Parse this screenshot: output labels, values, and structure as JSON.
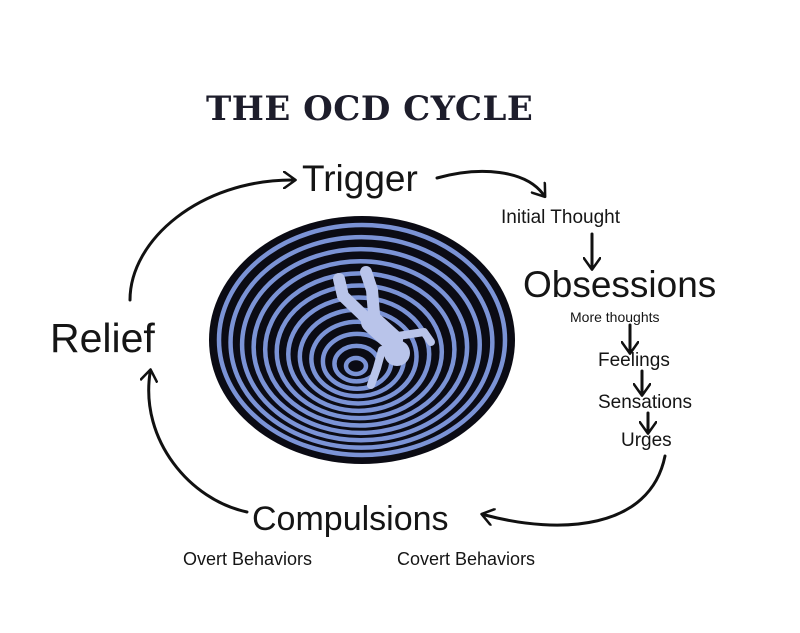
{
  "title": "THE OCD CYCLE",
  "nodes": {
    "trigger": "Trigger",
    "initial_thought": "Initial Thought",
    "obsessions": "Obsessions",
    "more_thoughts": "More thoughts",
    "feelings": "Feelings",
    "sensations": "Sensations",
    "urges": "Urges",
    "compulsions": "Compulsions",
    "overt_behaviors": "Overt Behaviors",
    "covert_behaviors": "Covert Behaviors",
    "relief": "Relief"
  },
  "colors": {
    "spiral_dark": "#0b0b14",
    "spiral_blue": "#7b93d6",
    "figure": "#b9c4ea",
    "arrow": "#111111"
  },
  "icons": [
    "spiral-vortex-icon",
    "falling-person-icon"
  ]
}
